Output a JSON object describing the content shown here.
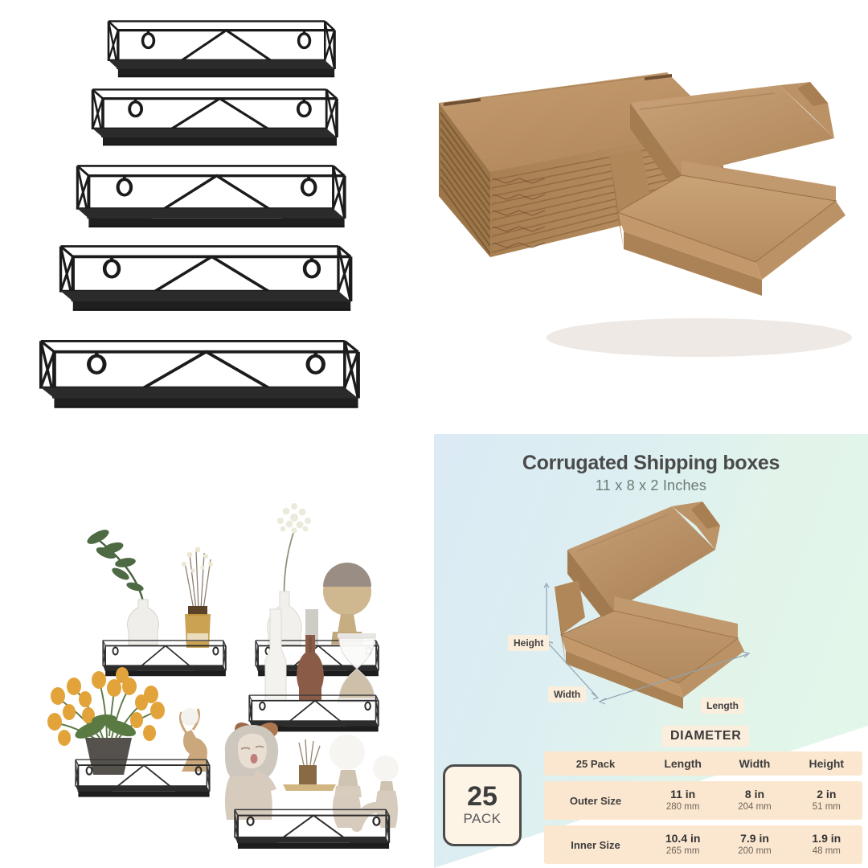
{
  "product": {
    "shelf_panel_name": "floating-wall-shelves-set",
    "shelf_count": 5,
    "shelf_color": "#1b1b1b"
  },
  "boxes_panel": {
    "name": "stacked-corrugated-mailer-boxes",
    "kraft_color": "#b99264"
  },
  "decorated_panel": {
    "name": "styled-shelves-with-decor",
    "shelves": [
      {
        "label": "shelf-with-vase-and-diffuser"
      },
      {
        "label": "shelf-with-flower-vase-and-figurine"
      },
      {
        "label": "shelf-with-tulips-and-deer"
      },
      {
        "label": "shelf-with-vases-and-hourglass"
      },
      {
        "label": "shelf-with-girl-figurine-and-lamps"
      }
    ]
  },
  "infographic": {
    "title": "Corrugated Shipping boxes",
    "subtitle": "11 x 8 x 2 Inches",
    "dimension_labels": {
      "height": "Height",
      "width": "Width",
      "length": "Length"
    },
    "section_label": "DIAMETER",
    "pack_badge": {
      "number": "25",
      "word": "PACK"
    },
    "table": {
      "headers": [
        "25 Pack",
        "Length",
        "Width",
        "Height"
      ],
      "rows": [
        {
          "label": "Outer Size",
          "cells": [
            {
              "inches": "11 in",
              "mm": "280 mm"
            },
            {
              "inches": "8 in",
              "mm": "204 mm"
            },
            {
              "inches": "2 in",
              "mm": "51 mm"
            }
          ]
        },
        {
          "label": "Inner Size",
          "cells": [
            {
              "inches": "10.4 in",
              "mm": "265 mm"
            },
            {
              "inches": "7.9 in",
              "mm": "200 mm"
            },
            {
              "inches": "1.9 in",
              "mm": "48 mm"
            }
          ]
        }
      ]
    },
    "colors": {
      "bg_left": "#dbeaf4",
      "bg_right": "#e2f7e9",
      "table_row": "#fbe7cf",
      "label_chip": "#fbeedd",
      "badge_bg": "#fdf4e6",
      "badge_border": "#4b4b4b",
      "text_dark": "#3d3d3d"
    }
  }
}
